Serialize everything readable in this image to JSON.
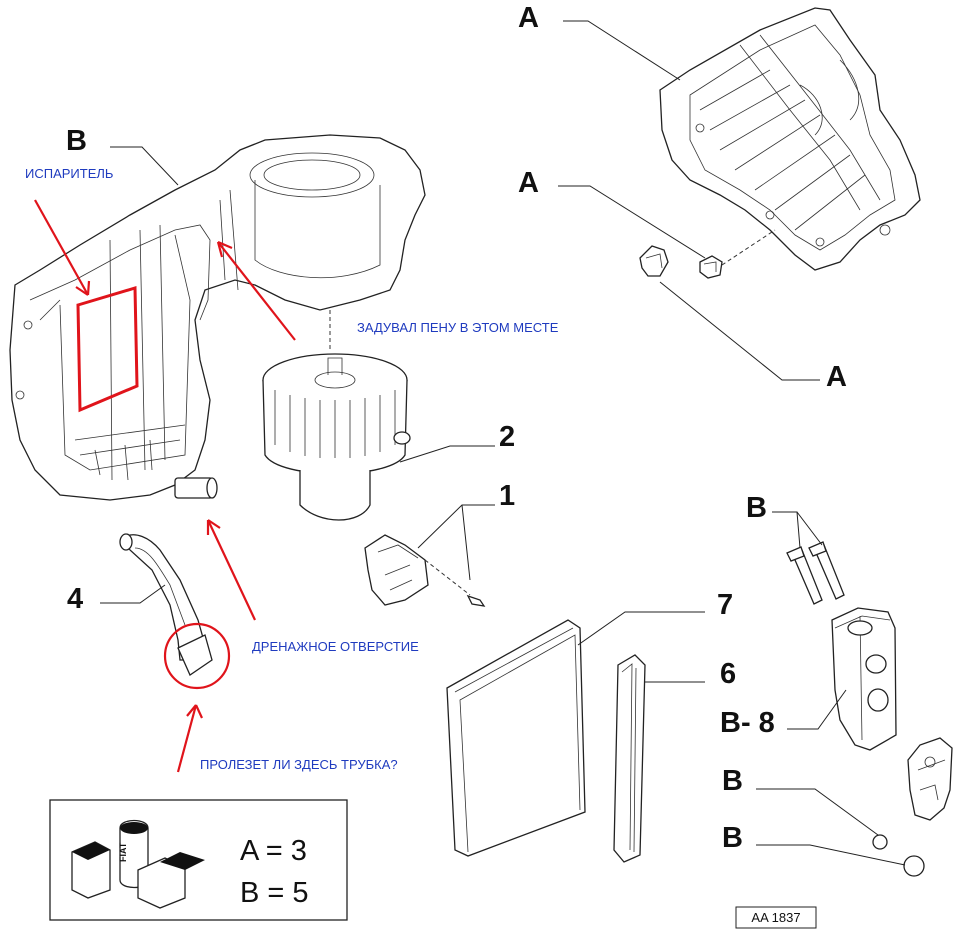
{
  "diagram": {
    "callouts": {
      "a_top": "A",
      "a_clip": "A",
      "a_right": "A",
      "b_housing": "B",
      "b_bolts": "B",
      "b_valve": "B- 8",
      "b_seal1": "B",
      "b_seal2": "B",
      "n2": "2",
      "n1": "1",
      "n4": "4",
      "n7": "7",
      "n6": "6"
    },
    "annotations": {
      "evaporator": "ИСПАРИТЕЛЬ",
      "foam": "ЗАДУВАЛ ПЕНУ В ЭТОМ МЕСТЕ",
      "drain": "ДРЕНАЖНОЕ ОТВЕРСТИЕ",
      "tube_question": "ПРОЛЕЗЕТ ЛИ ЗДЕСЬ ТРУБКА?"
    },
    "legend": {
      "line_a": "A = 3",
      "line_b": "B = 5",
      "brand_mark": "FIAT"
    },
    "drawing_code": "AA 1837",
    "colors": {
      "annotation_text": "#1f3bbf",
      "annotation_marks": "#e0141b",
      "line_art": "#222222"
    }
  }
}
